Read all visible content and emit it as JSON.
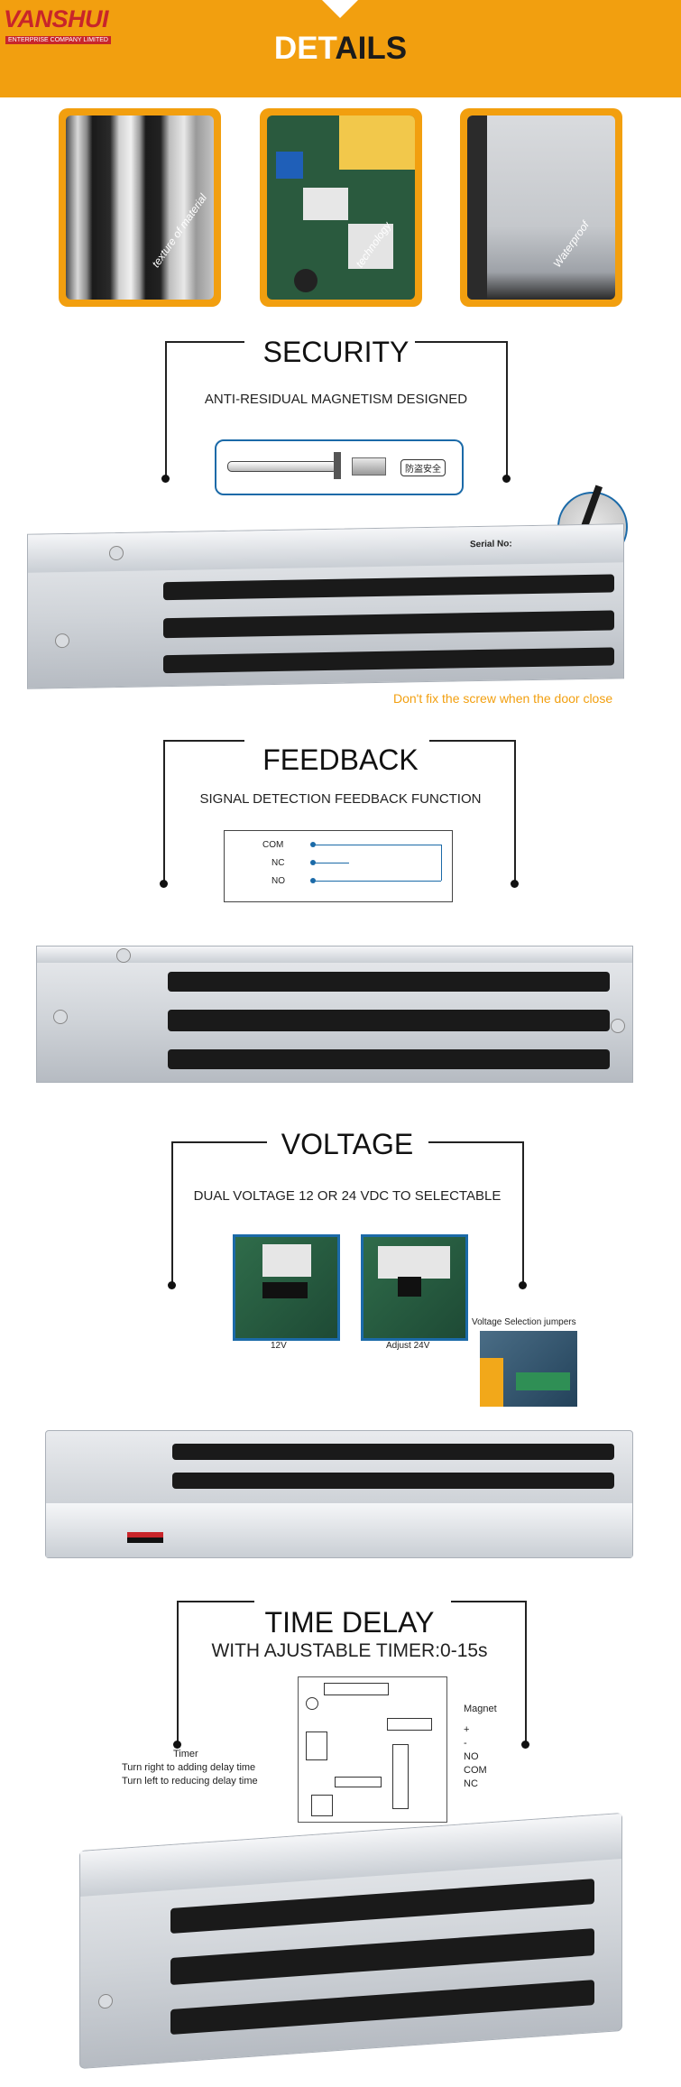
{
  "header": {
    "logo_name": "VANSHUI",
    "logo_sub": "ENTERPRISE COMPANY LIMITED",
    "title_part1": "DET",
    "title_part2": "AILS"
  },
  "thumbnails": [
    {
      "label": "texture of material"
    },
    {
      "label": "technology"
    },
    {
      "label": "Waterproof"
    }
  ],
  "security": {
    "title": "SECURITY",
    "subtitle": "ANTI-RESIDUAL MAGNETISM DESIGNED",
    "badge": "防盗安全",
    "serial_text": "Serial No:",
    "note": "Don't fix the screw when the door close"
  },
  "feedback": {
    "title": "FEEDBACK",
    "subtitle": "SIGNAL DETECTION FEEDBACK FUNCTION",
    "terminals": [
      "COM",
      "NC",
      "NO"
    ]
  },
  "voltage": {
    "title": "VOLTAGE",
    "subtitle": "DUAL VOLTAGE 12 OR 24 VDC TO SELECTABLE",
    "label_12v": "12V",
    "label_24v": "Adjust 24V",
    "jumper_label": "Voltage Selection jumpers"
  },
  "time_delay": {
    "title": "TIME DELAY",
    "subtitle": "WITH AJUSTABLE TIMER:0-15s",
    "magnet_label": "Magnet",
    "terminals": [
      "+",
      "-",
      "NO",
      "COM",
      "NC"
    ],
    "timer_label": "Timer",
    "timer_right": "Turn right to adding delay time",
    "timer_left": "Turn left to reducing delay time"
  },
  "colors": {
    "accent": "#f29f0f",
    "logo_red": "#c8252a"
  }
}
